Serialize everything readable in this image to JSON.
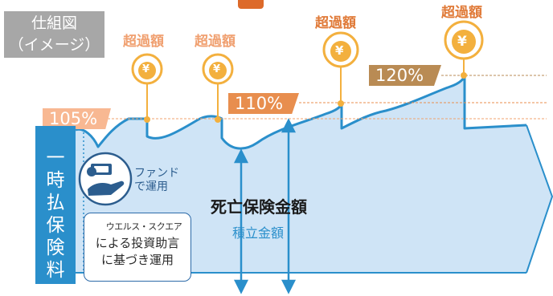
{
  "header": {
    "line1": "仕組図",
    "line2": "（イメージ）"
  },
  "excess_labels": [
    "超過額",
    "超過額",
    "超過額",
    "超過額"
  ],
  "coin_symbol": "¥",
  "percent_tags": [
    "105%",
    "110%",
    "120%"
  ],
  "premium_label": [
    "一",
    "時",
    "払",
    "保",
    "険",
    "料"
  ],
  "fund": {
    "line1": "ファンド",
    "line2": "で運用"
  },
  "advice": {
    "brand": "ウエルス・スクエア",
    "line1": "による投資助言",
    "line2": "に基づき運用"
  },
  "death_benefit": "死亡保険金額",
  "accumulated": "積立金額",
  "colors": {
    "area_fill": "#cfe4f6",
    "curve": "#2a8fcb",
    "premium": "#2a8fcb",
    "orange": "#e88e4e",
    "coin": "#f3b03e"
  }
}
